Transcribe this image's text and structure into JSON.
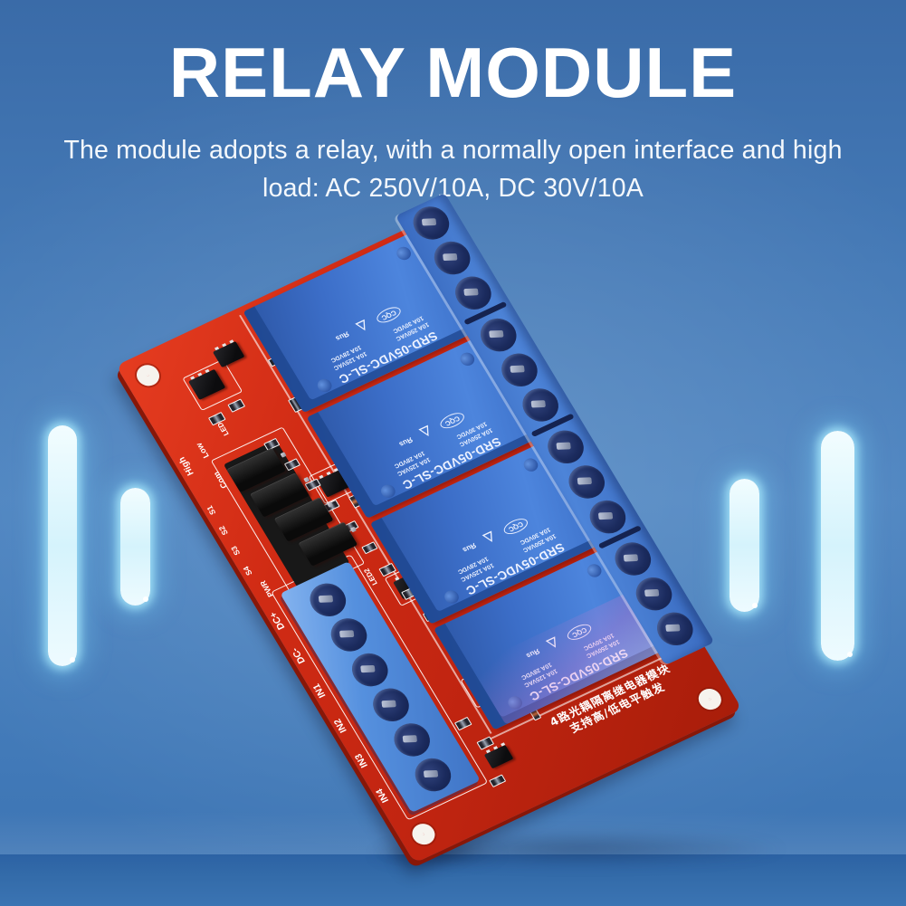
{
  "header": {
    "title": "RELAY MODULE",
    "subtitle_line1": "The module adopts a relay, with a normally open interface and high",
    "subtitle_line2": "load: AC 250V/10A, DC 30V/10A"
  },
  "colors": {
    "background_blue": "#4a80bf",
    "pcb_red": "#c22511",
    "relay_blue": "#3c6ec8",
    "terminal_blue": "#4d84d8",
    "glow_bar": "#e6fbff",
    "text_white": "#ffffff"
  },
  "relay": {
    "model": "SRD-05VDC-SL-C",
    "ratings": [
      "10A 250VAC",
      "10A 125VAC",
      "10A 30VDC",
      "10A 28VDC"
    ],
    "cert": "CQC",
    "vde_mark": "△",
    "ul_mark": "Яus"
  },
  "pcb": {
    "labels": {
      "high": "High",
      "low": "Low",
      "com": "Com",
      "led1": "LED1",
      "led2": "LED2",
      "pwr": "PWR",
      "jumpers": [
        "S1",
        "S2",
        "S3",
        "S4"
      ],
      "inputs": [
        "DC+",
        "DC-",
        "IN1",
        "IN2",
        "IN3",
        "IN4"
      ]
    },
    "bottom_text_line1": "4路光耦隔离继电器模块",
    "bottom_text_line2": "支持高/低电平触发"
  }
}
